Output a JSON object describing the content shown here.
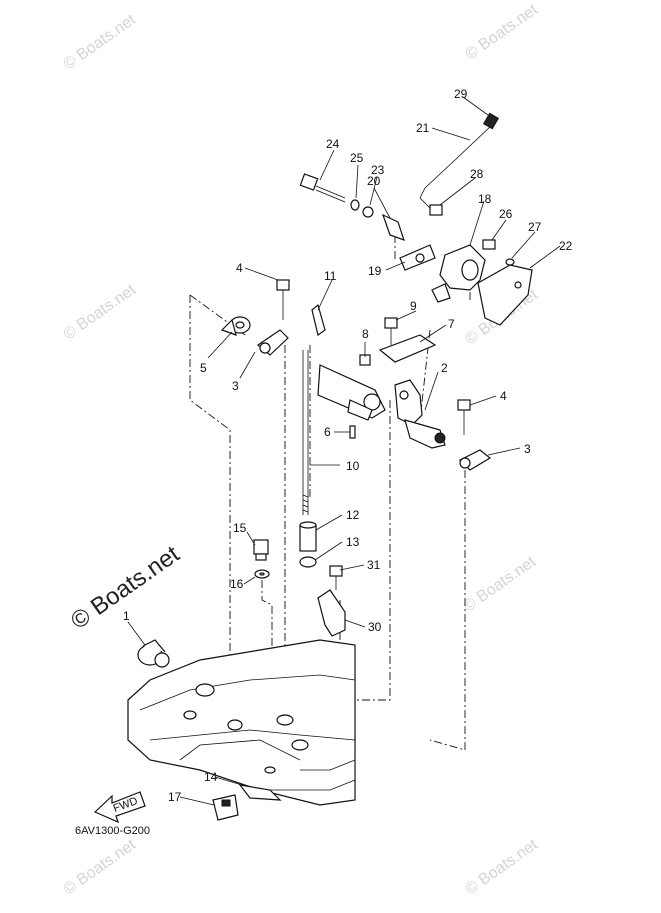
{
  "watermarks": {
    "small": "© Boats.net",
    "large": "© Boats.net"
  },
  "diagram_code": "6AV1300-G200",
  "fwd_label": "FWD",
  "callouts": {
    "c1": "1",
    "c2": "2",
    "c3a": "3",
    "c3b": "3",
    "c4a": "4",
    "c4b": "4",
    "c5": "5",
    "c6": "6",
    "c7": "7",
    "c8": "8",
    "c9": "9",
    "c10": "10",
    "c11": "11",
    "c12": "12",
    "c13": "13",
    "c14": "14",
    "c15": "15",
    "c16": "16",
    "c17": "17",
    "c18": "18",
    "c19": "19",
    "c20": "20",
    "c21": "21",
    "c22": "22",
    "c23": "23",
    "c24": "24",
    "c25": "25",
    "c26": "26",
    "c27": "27",
    "c28": "28",
    "c29": "29",
    "c30": "30",
    "c31": "31"
  }
}
